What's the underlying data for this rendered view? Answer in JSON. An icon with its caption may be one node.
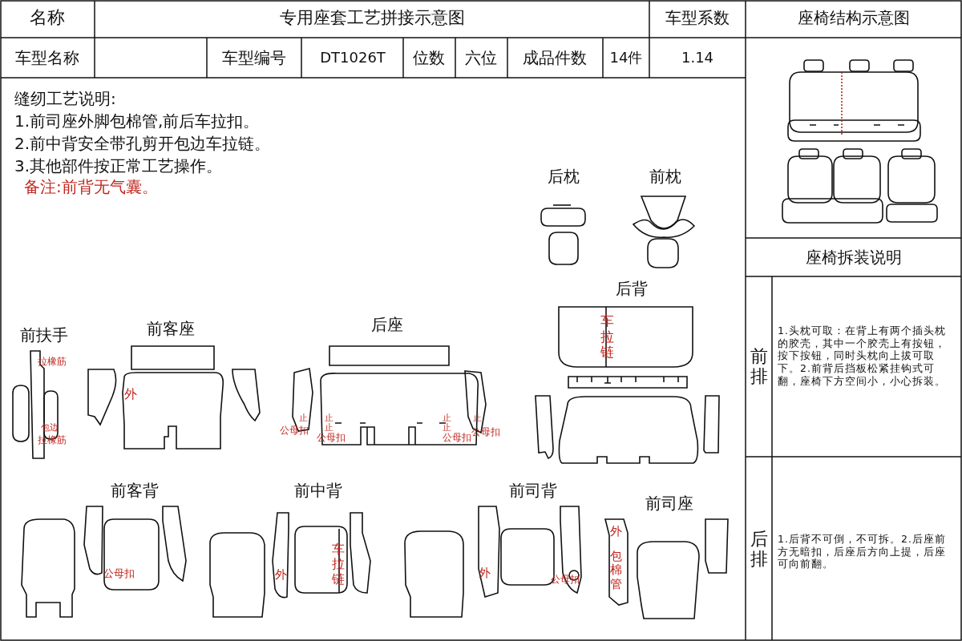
{
  "diagram": {
    "title": "专用座套工艺拼接示意图",
    "labels": [
      "名称",
      "车型系数",
      "座椅结构示意图",
      "车型名称",
      "车型编号",
      "DT1026T",
      "位数",
      "六位",
      "成品件数",
      "14件",
      "1.14",
      "缝纫工艺说明:",
      "1.前司座外脚包棉管,前后车拉扣。",
      "2.前中背安全带孔剪开包边车拉链。",
      "3.其他部件按正常工艺操作。",
      "备注:前背无气囊。",
      "后枕",
      "前枕",
      "座椅拆装说明",
      "后背",
      "车拉链",
      "前扶手",
      "拉橡筋",
      "包边",
      "拉橡筋",
      "前客座",
      "外",
      "后座",
      "止",
      "止",
      "止",
      "止",
      "止",
      "止",
      "公母扣",
      "公母扣",
      "公母扣",
      "公母扣",
      "前排",
      "1.头枕可取：在背上有两个插头枕的胶壳，其中一个胶壳上有按钮，按下按钮，同时头枕向上拔可取下。2.前背后挡板松紧挂钩式可翻，座椅下方空间小，小心拆装。",
      "前客背",
      "公母扣",
      "前中背",
      "外",
      "车拉链",
      "前司背",
      "外",
      "公母扣",
      "前司座",
      "外",
      "包棉管",
      "后排",
      "1.后背不可倒，不可拆。2.后座前方无暗扣，后座后方向上提，后座可向前翻。"
    ]
  }
}
